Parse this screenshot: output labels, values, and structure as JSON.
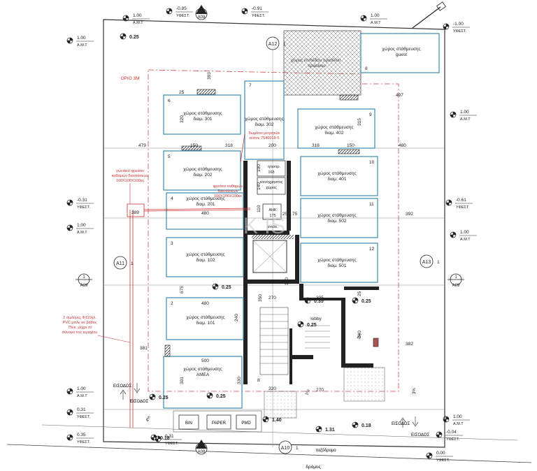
{
  "levels": [
    {
      "value": "-0.85",
      "label": "ΥΦΕΣΤ."
    },
    {
      "value": "1.00",
      "label": "Α.Μ.Τ"
    },
    {
      "value": "-0.91",
      "label": "ΥΦΕΣΤ."
    },
    {
      "value": "1.00",
      "label": "Α.Μ.Τ"
    },
    {
      "value": "-1.00",
      "label": "ΥΦΕΣΤ."
    },
    {
      "value": "1.00",
      "label": "Α.Μ.Τ"
    },
    {
      "value": "1.00",
      "label": "Α.Μ.Τ"
    },
    {
      "value": "-0.31",
      "label": "ΥΦΕΣΤ."
    },
    {
      "value": "-0.61",
      "label": "ΥΦΕΣΤ."
    },
    {
      "value": "1.00",
      "label": "Α.Μ.Τ"
    },
    {
      "value": "1.00",
      "label": "Α.Μ.Τ"
    },
    {
      "value": "1.00",
      "label": "Α.Μ.Τ"
    },
    {
      "value": "0.31",
      "label": "ΥΦΕΣΤ."
    },
    {
      "value": "0.35",
      "label": "ΥΦΕΣΤ."
    },
    {
      "value": "0.31",
      "label": "ΥΦΕΣΤ."
    },
    {
      "value": "1.00",
      "label": "Α.Μ.Τ"
    },
    {
      "value": "-0.04",
      "label": "ΥΦΕΣΤ."
    },
    {
      "value": "0.00",
      "label": "ΥΦΕΣΤ."
    }
  ],
  "floor_levels": [
    "0.25",
    "0.25",
    "0.25",
    "0.25",
    "0.25",
    "0.25",
    "1.40",
    "1.31",
    "0.18",
    "0.35",
    "0.18"
  ],
  "section_markers": [
    "A08",
    "A08",
    "A09",
    "A09",
    "A10",
    "A11",
    "A12",
    "A13"
  ],
  "marker_number": "1",
  "boundary_label": "ΟΡΙΟ 3Μ",
  "parking": [
    {
      "num": "6",
      "title": "χώρος στάθμευσης",
      "sub": "διαμ. 301"
    },
    {
      "num": "7",
      "title": "χώρος στάθμευσης",
      "sub": "διαμ. 302"
    },
    {
      "num": "9",
      "title": "χώρος στάθμευσης",
      "sub": "διαμ. 402"
    },
    {
      "num": "5",
      "title": "χώρος στάθμευσης",
      "sub": "διαμ. 202"
    },
    {
      "num": "10",
      "title": "χώρος στάθμευσης",
      "sub": "διαμ. 401"
    },
    {
      "num": "4",
      "title": "χώρος στάθμευσης",
      "sub": "διαμ. 201"
    },
    {
      "num": "11",
      "title": "χώρος στάθμευσης",
      "sub": "διαμ. 502"
    },
    {
      "num": "3",
      "title": "χώρος στάθμευσης",
      "sub": "διαμ. 102"
    },
    {
      "num": "12",
      "title": "χώρος στάθμευσης",
      "sub": "διαμ. 501"
    },
    {
      "num": "2",
      "title": "χώρος στάθμευσης",
      "sub": "διαμ. 101"
    },
    {
      "num": "",
      "title": "χώρος στάθμευσης",
      "sub": "ΑΜΕΑ"
    },
    {
      "num": "8",
      "title": "χώρος στάθμευσης",
      "sub": "guest"
    }
  ],
  "greenery": "χώρος επιπέδου πρασίνου\nπρασίνου",
  "notes": {
    "meter_room_1": "δωμάτιο μετρητών",
    "meter_room_2": "τύπου 7540018-5",
    "corner_pit_1": "γωνιακό φρεάτιο",
    "corner_pit_2": "καθαρών διαστάσεων",
    "corner_pit_3": "100Χ100Χ100εκ",
    "clean_pit_1": "φρεάτιο καθαρών",
    "clean_pit_2": "διαστάσεων",
    "clean_pit_3": "100Χ100Χ100εκ",
    "pipes_1": "2 σωλήνες Φ110χλ.",
    "pipes_2": "PVC μπλε σε βάθος",
    "pipes_3": "75εκ. μέχρι το",
    "pipes_4": "σύνορο του τεμαχίου"
  },
  "rooms": {
    "elec": "ηλεκτρ.",
    "elec_num": "16δ",
    "common": "κοινόχρηστος",
    "common2": "χώρος",
    "ahk": "ΑΗΚ",
    "ahk_num": "175",
    "lift": "ανελκ.",
    "lobby": "lobby"
  },
  "dims": [
    "393",
    "25",
    "320",
    "479",
    "318",
    "200",
    "318",
    "150",
    "480",
    "150",
    "150",
    "497",
    "315",
    "389",
    "480",
    "392",
    "75",
    "25",
    "100",
    "110",
    "140",
    "100",
    "140",
    "180",
    "675",
    "350",
    "270",
    "305",
    "150",
    "25",
    "100",
    "480",
    "240",
    "381",
    "382",
    "500",
    "320",
    "301",
    "550",
    "330",
    "270",
    "180",
    "240",
    "230",
    "8"
  ],
  "bins": [
    "BIN",
    "PAPER",
    "PMD"
  ],
  "entrance": "ΕΙΣΟΔΟΣ",
  "street": "δρόμος",
  "sidewalk": "πεζόδρομο",
  "slopes": [
    "1%",
    "3%",
    "4%",
    "1%"
  ],
  "watermark": "K  IS"
}
